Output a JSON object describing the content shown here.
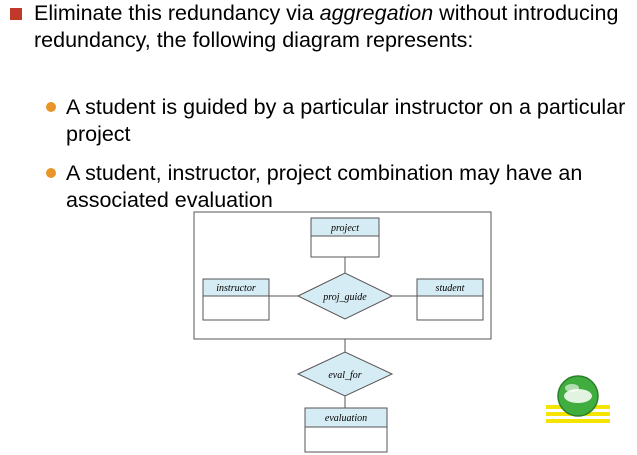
{
  "colors": {
    "main_bullet": "#c0392b",
    "sub_bullet": "#e8962a",
    "entity_header": "#d6ecf4",
    "diagram_line": "#555555",
    "logo_stripe": "#f5e400",
    "logo_globe": "#3fae3f"
  },
  "main_bullet": {
    "pre": "Eliminate this redundancy via ",
    "emphasis": "aggregation",
    "post": " without introducing redundancy, the following diagram represents:"
  },
  "sub_bullets": [
    {
      "text": "A student is guided by a particular instructor on a particular project"
    },
    {
      "text": "A student, instructor, project combination may have an associated evaluation"
    }
  ],
  "diagram": {
    "entities": {
      "project": "project",
      "instructor": "instructor",
      "student": "student",
      "evaluation": "evaluation"
    },
    "relationships": {
      "proj_guide": "proj_guide",
      "eval_for": "eval_for"
    }
  },
  "logo": {
    "icon": "globe-logo-icon"
  }
}
